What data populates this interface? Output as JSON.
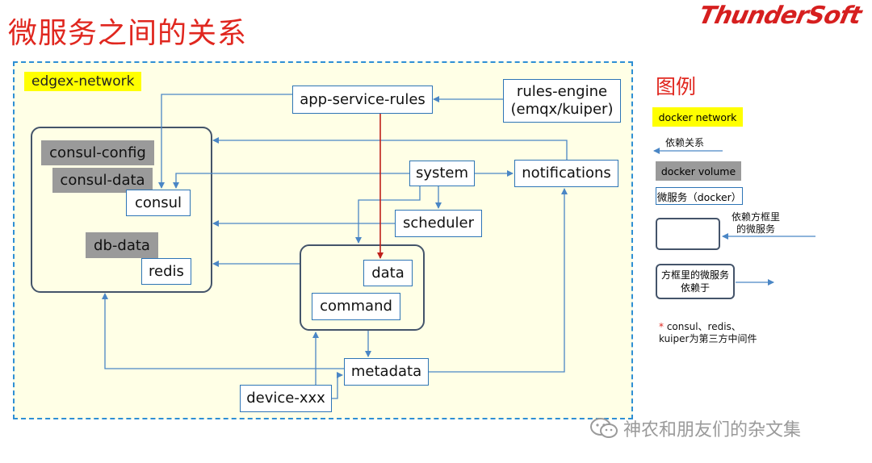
{
  "header": {
    "title": "微服务之间的关系",
    "logo_text": "ThunderSoft"
  },
  "diagram": {
    "network_label": "edgex-network",
    "volumes": {
      "consul_config": "consul-config",
      "consul_data": "consul-data",
      "db_data": "db-data"
    },
    "services": {
      "consul": "consul",
      "redis": "redis",
      "app_service_rules": "app-service-rules",
      "rules_engine_line1": "rules-engine",
      "rules_engine_line2": "(emqx/kuiper)",
      "system": "system",
      "notifications": "notifications",
      "scheduler": "scheduler",
      "data": "data",
      "command": "command",
      "metadata": "metadata",
      "device": "device-xxx"
    },
    "colors": {
      "arrow": "#4a86c5",
      "highlight_arrow": "#c0201a",
      "service_border": "#2e75b6",
      "group_border": "#44546a",
      "network_border": "#2e8fd4",
      "network_fill": "#ffffe6"
    }
  },
  "legend": {
    "title": "图例",
    "docker_network": "docker network",
    "dependency": "依赖关系",
    "docker_volume": "docker volume",
    "microservice": "微服务（docker）",
    "depends_on_box_line1": "依赖方框里",
    "depends_on_box_line2": "的微服务",
    "box_depends_line1": "方框里的微服务",
    "box_depends_line2": "依赖于",
    "note_line1": "* consul、redis、",
    "note_line2": "kuiper为第三方中间件"
  },
  "watermark": {
    "text": "神农和朋友们的杂文集",
    "icon": "wechat-icon"
  }
}
